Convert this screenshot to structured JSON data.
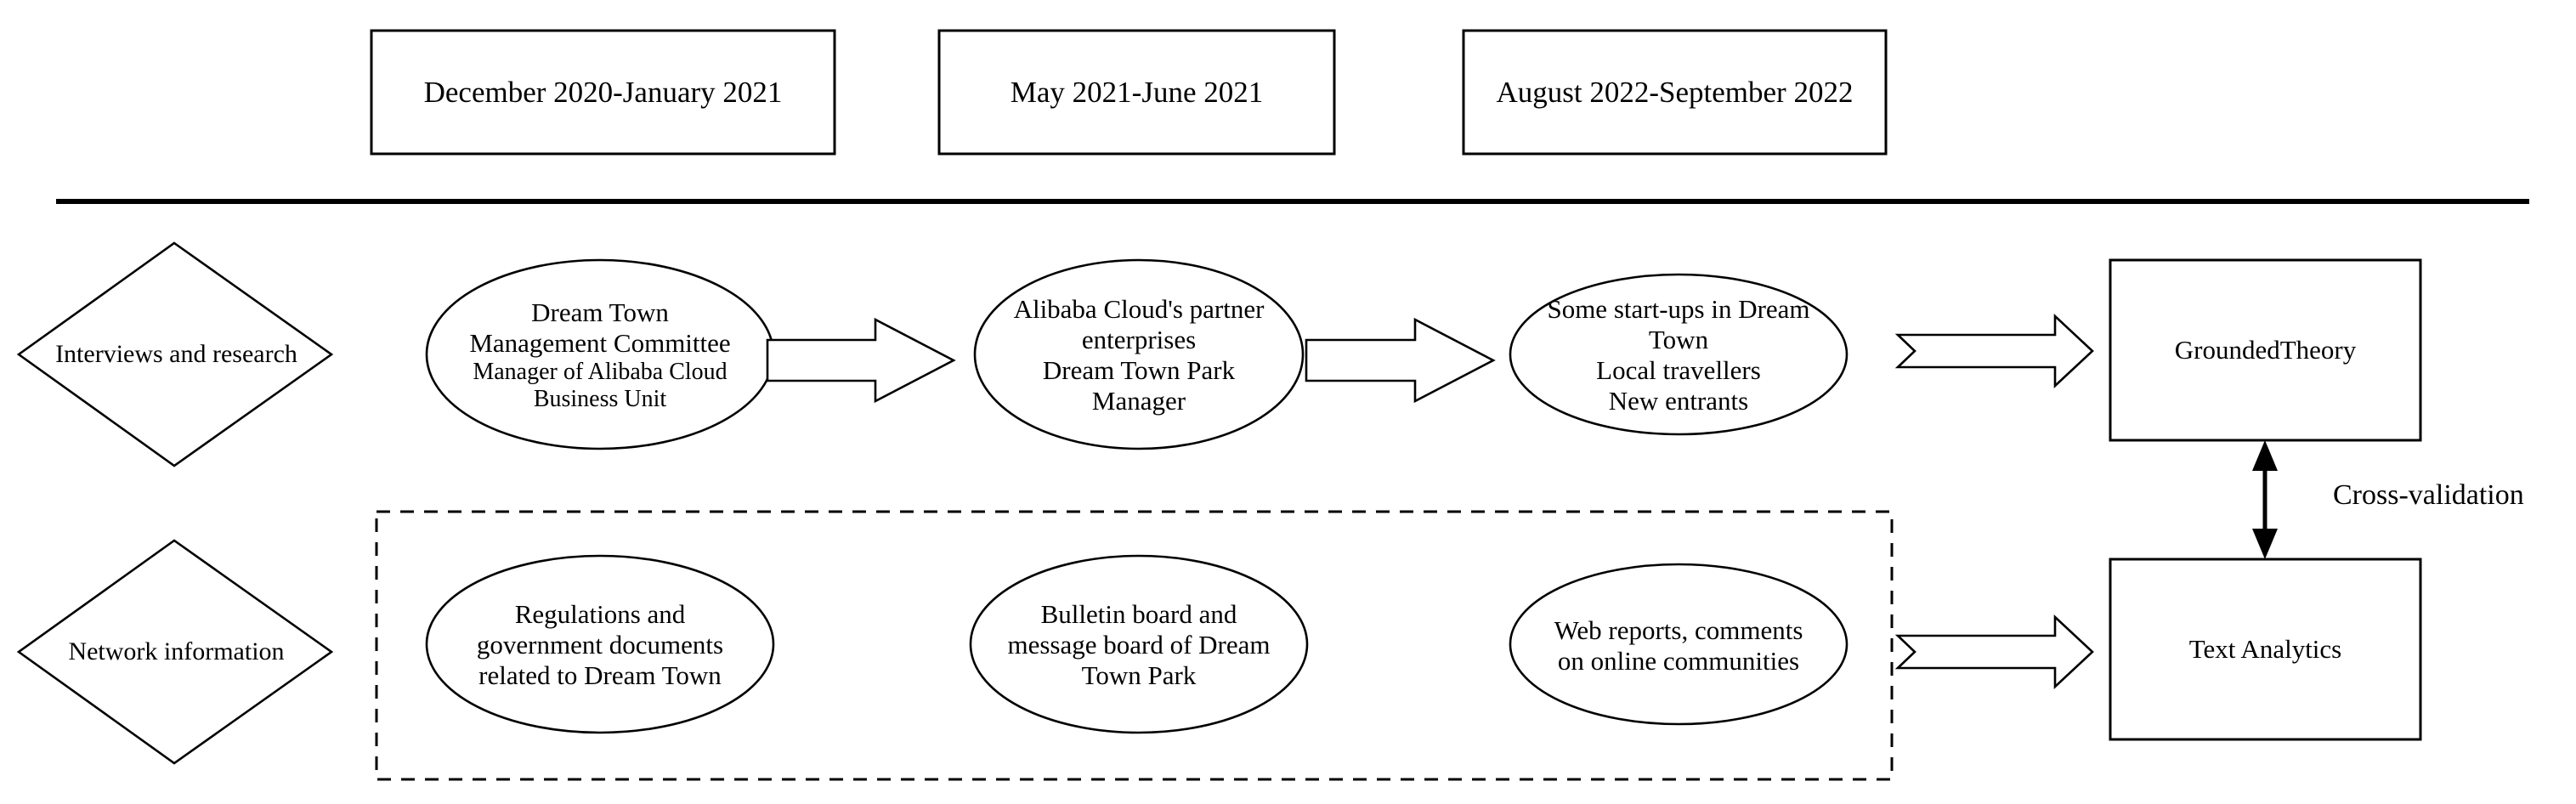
{
  "figure": {
    "type": "research-design-flowchart",
    "background": "#ffffff",
    "line_color": "#000000"
  },
  "timeline": {
    "periods": [
      {
        "label": "December 2020-January 2021"
      },
      {
        "label": "May 2021-June 2021"
      },
      {
        "label": "August 2022-September 2022"
      }
    ]
  },
  "rows": [
    {
      "source_label": "Interviews and research",
      "nodes": [
        {
          "lines_primary": [
            "Dream  Town",
            "Management Committee"
          ],
          "lines_secondary": [
            "Manager of Alibaba Cloud",
            "Business Unit"
          ]
        },
        {
          "lines_primary": [
            "Alibaba Cloud's partner",
            "enterprises",
            "Dream  Town Park",
            "Manager"
          ],
          "lines_secondary": []
        },
        {
          "lines_primary": [
            "Some start-ups in Dream",
            "Town",
            "Local travellers",
            "New entrants"
          ],
          "lines_secondary": []
        }
      ],
      "output_label": "GroundedTheory"
    },
    {
      "source_label": "Network information",
      "nodes": [
        {
          "lines_primary": [
            "Regulations and",
            "government documents",
            "related to Dream Town"
          ],
          "lines_secondary": []
        },
        {
          "lines_primary": [
            "Bulletin board and",
            "message board of Dream",
            "Town Park"
          ],
          "lines_secondary": []
        },
        {
          "lines_primary": [
            "Web reports, comments",
            "on online communities"
          ],
          "lines_secondary": []
        }
      ],
      "output_label": "Text Analytics"
    }
  ],
  "connector": {
    "cross_validation_label": "Cross-validation",
    "icon": "double-headed-vertical-arrow"
  },
  "icons": {
    "block_arrow": "block-arrow-right-icon",
    "chevron_arrow": "chevron-arrow-right-icon",
    "double_arrow": "double-headed-arrow-icon",
    "diamond": "diamond-shape-icon",
    "ellipse": "ellipse-shape-icon"
  }
}
